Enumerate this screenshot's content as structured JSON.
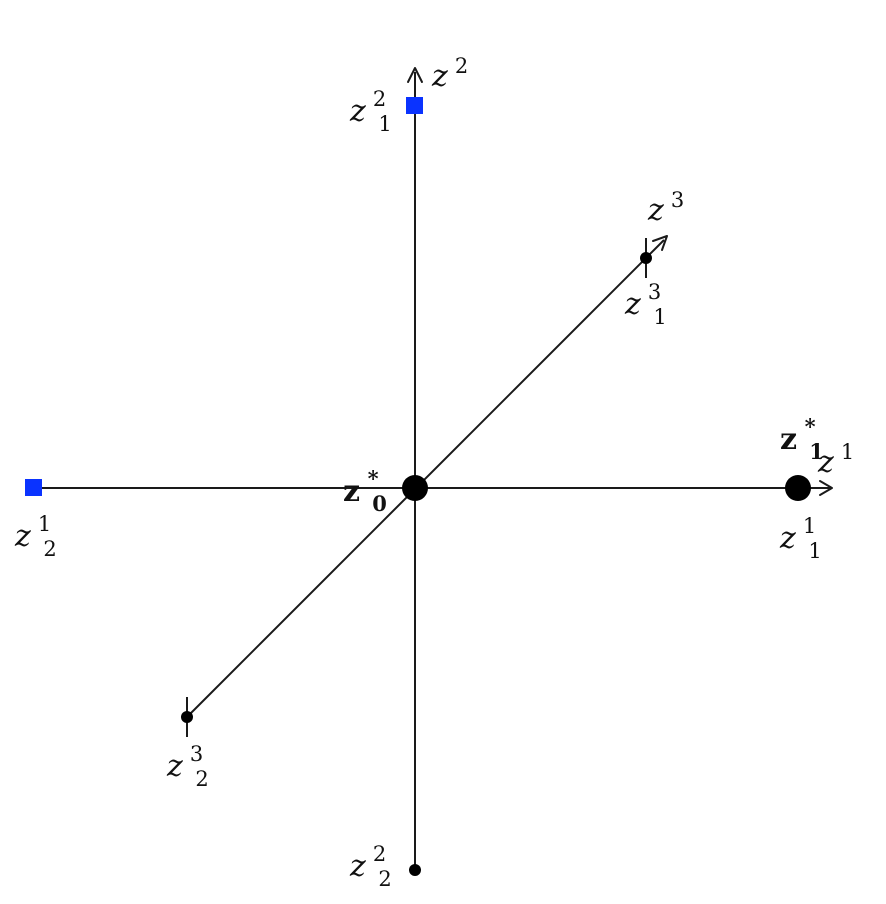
{
  "colors": {
    "axis": "#1a1a1a",
    "solution_point": "#000000",
    "blue_marker": "#0a33ff"
  },
  "axes": {
    "z1": {
      "base": "z",
      "sup": "1"
    },
    "z2": {
      "base": "z",
      "sup": "2"
    },
    "z3": {
      "base": "z",
      "sup": "3"
    }
  },
  "points": {
    "z0_star": {
      "base": "z",
      "sup": "*",
      "sub": "0"
    },
    "z1_star": {
      "base": "z",
      "sup": "*",
      "sub": "1"
    },
    "z1_1": {
      "base": "z",
      "sup": "1",
      "sub": "1"
    },
    "z2_1": {
      "base": "z",
      "sup": "1",
      "sub": "2"
    },
    "z1_2": {
      "base": "z",
      "sup": "2",
      "sub": "1"
    },
    "z2_2": {
      "base": "z",
      "sup": "2",
      "sub": "2"
    },
    "z1_3": {
      "base": "z",
      "sup": "3",
      "sub": "1"
    },
    "z2_3": {
      "base": "z",
      "sup": "3",
      "sub": "2"
    }
  },
  "icons": {
    "blue_square": "square-marker",
    "black_dot": "circle-marker"
  }
}
